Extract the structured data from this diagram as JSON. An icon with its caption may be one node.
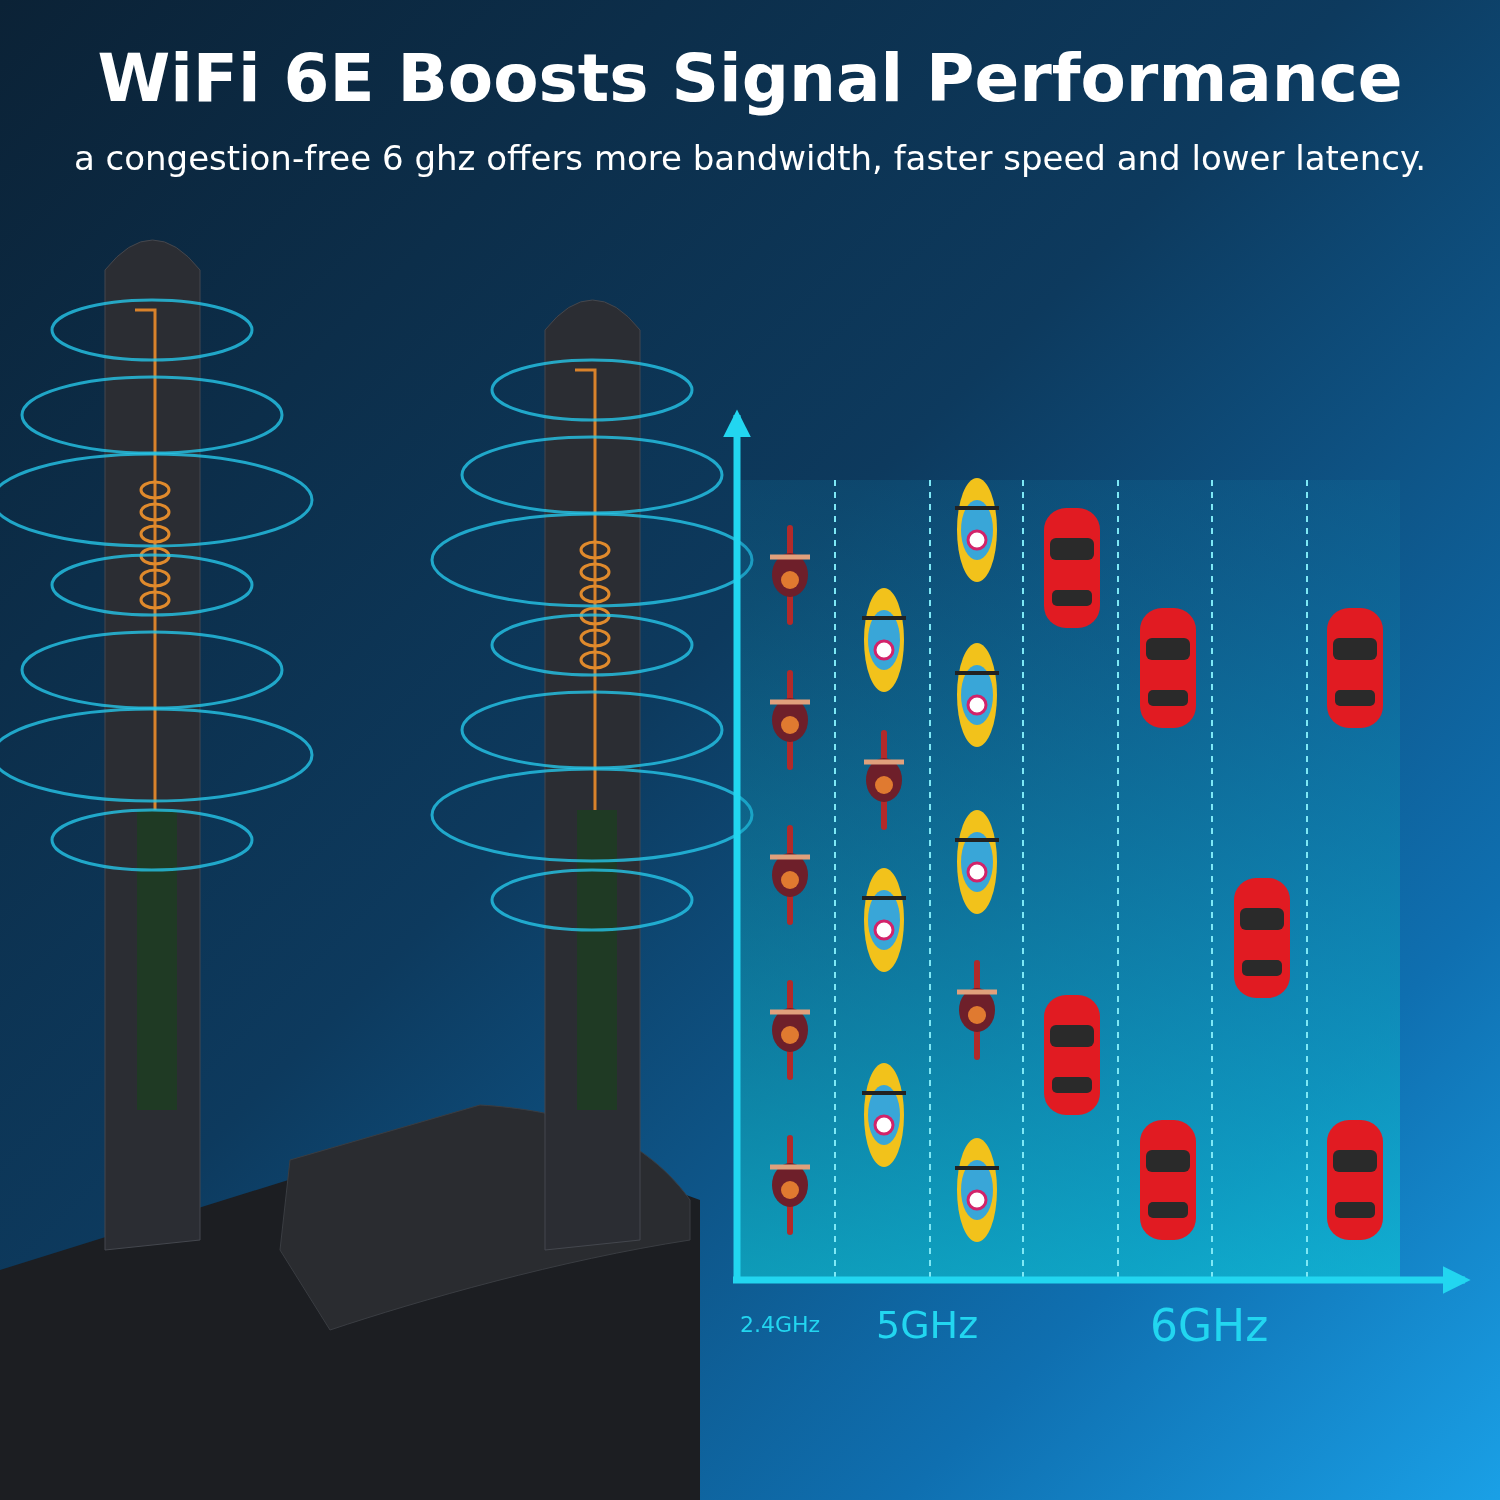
{
  "diagram": {
    "title": "WiFi 6E Boosts Signal Performance",
    "labels": [
      "a congestion-free 6 ghz offers more bandwidth, faster speed and lower latency.",
      "2.4GHz",
      "5GHz",
      "6GHz"
    ]
  }
}
